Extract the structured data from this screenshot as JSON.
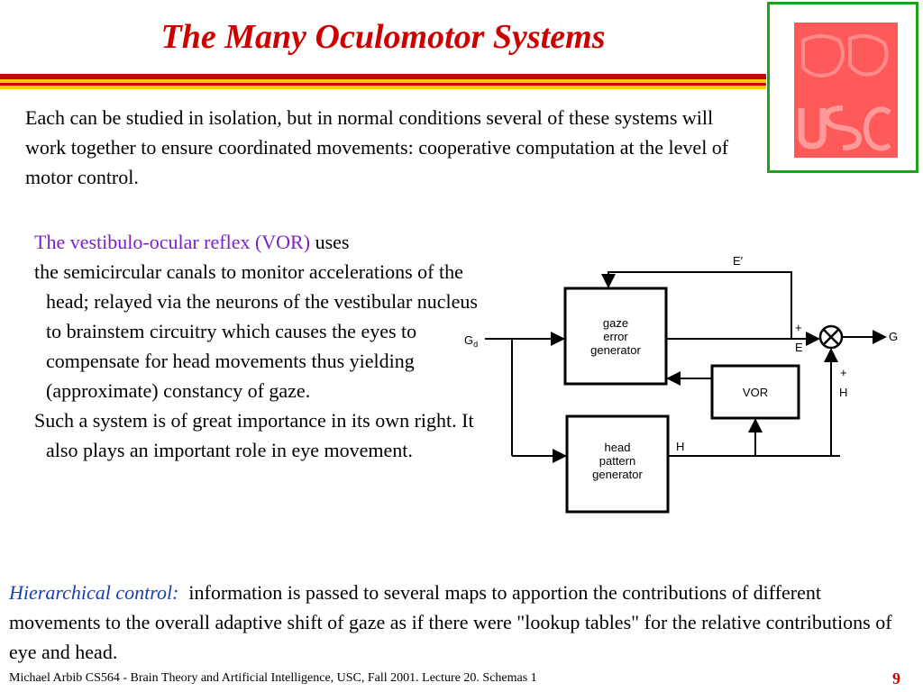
{
  "slide": {
    "title": "The Many Oculomotor Systems",
    "intro": "Each can be studied in isolation, but in normal conditions several of these systems will work together to ensure coordinated movements: cooperative computation at the level of motor control.",
    "vor": {
      "heading": "The vestibulo-ocular reflex (VOR)",
      "heading_suffix": " uses",
      "para1": "the semicircular canals to monitor accelerations of the head; relayed via the neurons of the vestibular nucleus to brainstem circuitry which causes the eyes to compensate for head movements thus yielding (approximate) constancy of gaze.",
      "para2": "Such a system is of great importance in its own right. It also plays an important role in eye movement."
    },
    "hierarchical": {
      "label": "Hierarchical control:",
      "text": "information is passed to several maps to apportion the contributions of different movements to the overall adaptive shift of gaze as if there were \"lookup tables\" for the relative contributions of eye and head."
    },
    "footer": "Michael Arbib CS564 - Brain Theory and Artificial Intelligence,  USC, Fall 2001. Lecture 20. Schemas 1",
    "page_number": "9"
  },
  "diagram": {
    "gaze_box": [
      "gaze",
      "error",
      "generator"
    ],
    "vor_box": "VOR",
    "head_box": [
      "head",
      "pattern",
      "generator"
    ],
    "input_label": "G",
    "input_sub": "d",
    "output_label": "G",
    "feedback_label": "E′",
    "e_label": "E",
    "h_label_right": "H",
    "h_label_head": "H",
    "plus": "+"
  },
  "colors": {
    "title": "#cc0000",
    "vor_heading": "#7a22c6",
    "hier_label": "#1a3fb0",
    "logo_border": "#1aa51a",
    "logo_fill": "#ff5a5a"
  },
  "icons": {
    "logo": "bi-usc-logo"
  }
}
